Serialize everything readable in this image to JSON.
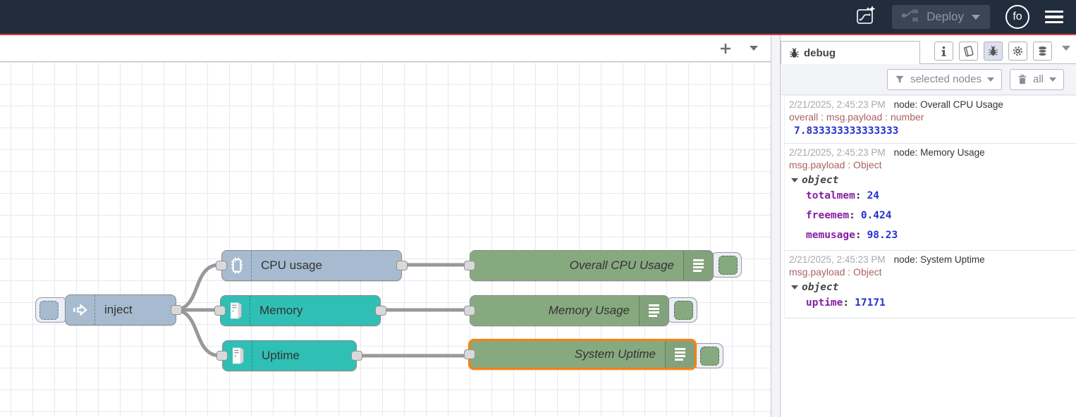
{
  "header": {
    "deploy_label": "Deploy",
    "avatar_text": "fo"
  },
  "flow": {
    "nodes": [
      {
        "label": "inject",
        "type": "inject"
      },
      {
        "label": "CPU usage",
        "type": "os"
      },
      {
        "label": "Memory",
        "type": "os"
      },
      {
        "label": "Uptime",
        "type": "os"
      },
      {
        "label": "Overall CPU Usage",
        "type": "debug"
      },
      {
        "label": "Memory Usage",
        "type": "debug"
      },
      {
        "label": "System Uptime",
        "type": "debug",
        "selected": true
      }
    ],
    "colors": {
      "inject_node": "#a6bbcf",
      "os_node": "#2fbfb5",
      "debug_node": "#87a980",
      "selected_border": "#ff7f0e",
      "wire": "#999999",
      "header_bg": "#212c3c",
      "header_accent_line": "#dd3a34"
    }
  },
  "sidebar": {
    "tab_label": "debug",
    "filter_label": "selected nodes",
    "clear_label": "all",
    "icon_buttons": [
      "info-icon",
      "book-icon",
      "bug-icon",
      "gear-icon",
      "context-data-icon"
    ],
    "messages": [
      {
        "timestamp": "2/21/2025, 2:45:23 PM",
        "node_label": "node: Overall CPU Usage",
        "meta": "overall : msg.payload : number",
        "value": "7.833333333333333"
      },
      {
        "timestamp": "2/21/2025, 2:45:23 PM",
        "node_label": "node: Memory Usage",
        "meta": "msg.payload : Object",
        "object_label": "object",
        "properties": [
          {
            "key": "totalmem",
            "value": "24"
          },
          {
            "key": "freemem",
            "value": "0.424"
          },
          {
            "key": "memusage",
            "value": "98.23"
          }
        ]
      },
      {
        "timestamp": "2/21/2025, 2:45:23 PM",
        "node_label": "node: System Uptime",
        "meta": "msg.payload : Object",
        "object_label": "object",
        "properties": [
          {
            "key": "uptime",
            "value": "17171"
          }
        ]
      }
    ]
  },
  "punct": {
    "colon": ":"
  }
}
